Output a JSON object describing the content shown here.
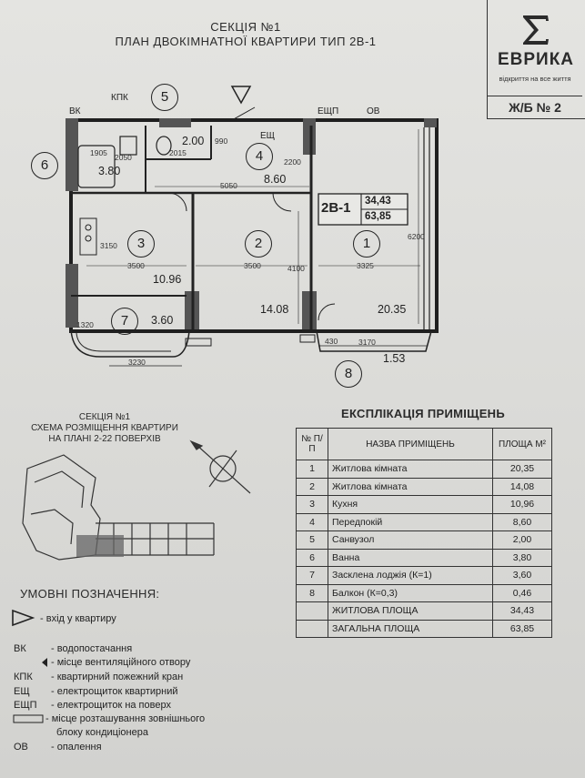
{
  "header": {
    "title_line1": "СЕКЦІЯ №1",
    "title_line2": "ПЛАН ДВОКІМНАТНОЇ КВАРТИРИ ТИП 2В-1"
  },
  "logo": {
    "name": "ЕВРИКА",
    "tagline": "відкриття на все життя",
    "code": "Ж/Б № 2",
    "icon": "sigma-icon"
  },
  "floorplan": {
    "labels": {
      "vk": "ВК",
      "kpk": "КПК",
      "eshch_p": "ЕЩП",
      "ov": "ОВ",
      "eshch": "ЕЩ"
    },
    "apartment_type": "2В-1",
    "apartment_living": "34,43",
    "apartment_total": "63,85",
    "rooms": [
      {
        "num": "1",
        "area": "20.35"
      },
      {
        "num": "2",
        "area": "14.08"
      },
      {
        "num": "3",
        "area": "10.96"
      },
      {
        "num": "4",
        "area": "8.60"
      },
      {
        "num": "5",
        "area": "2.00"
      },
      {
        "num": "6",
        "area": "3.80"
      },
      {
        "num": "7",
        "area": "3.60"
      },
      {
        "num": "8",
        "area": "1.53"
      }
    ],
    "dims": {
      "d1905": "1905",
      "d2050": "2050",
      "d2015": "2015",
      "d990": "990",
      "d2200": "2200",
      "d5050": "5050",
      "d3150": "3150",
      "d3500a": "3500",
      "d3500b": "3500",
      "d3325": "3325",
      "d4100": "4100",
      "d6200": "6200",
      "d1320": "1320",
      "d3230": "3230",
      "d3170": "3170",
      "d430": "430"
    }
  },
  "schematic": {
    "title_line1": "СЕКЦІЯ №1",
    "title_line2": "СХЕМА РОЗМІЩЕННЯ КВАРТИРИ",
    "title_line3": "НА ПЛАНІ 2-22 ПОВЕРХІВ"
  },
  "explication": {
    "title": "ЕКСПЛІКАЦІЯ ПРИМІЩЕНЬ",
    "headers": {
      "no": "№ П/П",
      "name": "НАЗВА ПРИМІЩЕНЬ",
      "area": "ПЛОЩА М²"
    },
    "rows": [
      {
        "no": "1",
        "name": "Житлова кімната",
        "area": "20,35"
      },
      {
        "no": "2",
        "name": "Житлова кімната",
        "area": "14,08"
      },
      {
        "no": "3",
        "name": "Кухня",
        "area": "10,96"
      },
      {
        "no": "4",
        "name": "Передпокій",
        "area": "8,60"
      },
      {
        "no": "5",
        "name": "Санвузол",
        "area": "2,00"
      },
      {
        "no": "6",
        "name": "Ванна",
        "area": "3,80"
      },
      {
        "no": "7",
        "name": "Засклена лоджія (К=1)",
        "area": "3,60"
      },
      {
        "no": "8",
        "name": "Балкон (К=0,3)",
        "area": "0,46"
      }
    ],
    "totals": [
      {
        "name": "ЖИТЛОВА ПЛОЩА",
        "area": "34,43"
      },
      {
        "name": "ЗАГАЛЬНА ПЛОЩА",
        "area": "63,85"
      }
    ]
  },
  "legend": {
    "title": "УМОВНІ ПОЗНАЧЕННЯ:",
    "items": [
      {
        "abbr": "",
        "text": "- вхід у квартиру"
      },
      {
        "abbr": "ВК",
        "text": "- водопостачання"
      },
      {
        "abbr": "",
        "text": "- місце вентиляційного отвору"
      },
      {
        "abbr": "КПК",
        "text": "- квартирний пожежний кран"
      },
      {
        "abbr": "ЕЩ",
        "text": "- електрощиток квартирний"
      },
      {
        "abbr": "ЕЩП",
        "text": "- електрощиток на поверх"
      },
      {
        "abbr": "",
        "text": "- місце розташування зовнішнього"
      },
      {
        "abbr": "",
        "text": "блоку кондиціонера"
      },
      {
        "abbr": "ОВ",
        "text": "- опалення"
      }
    ]
  }
}
